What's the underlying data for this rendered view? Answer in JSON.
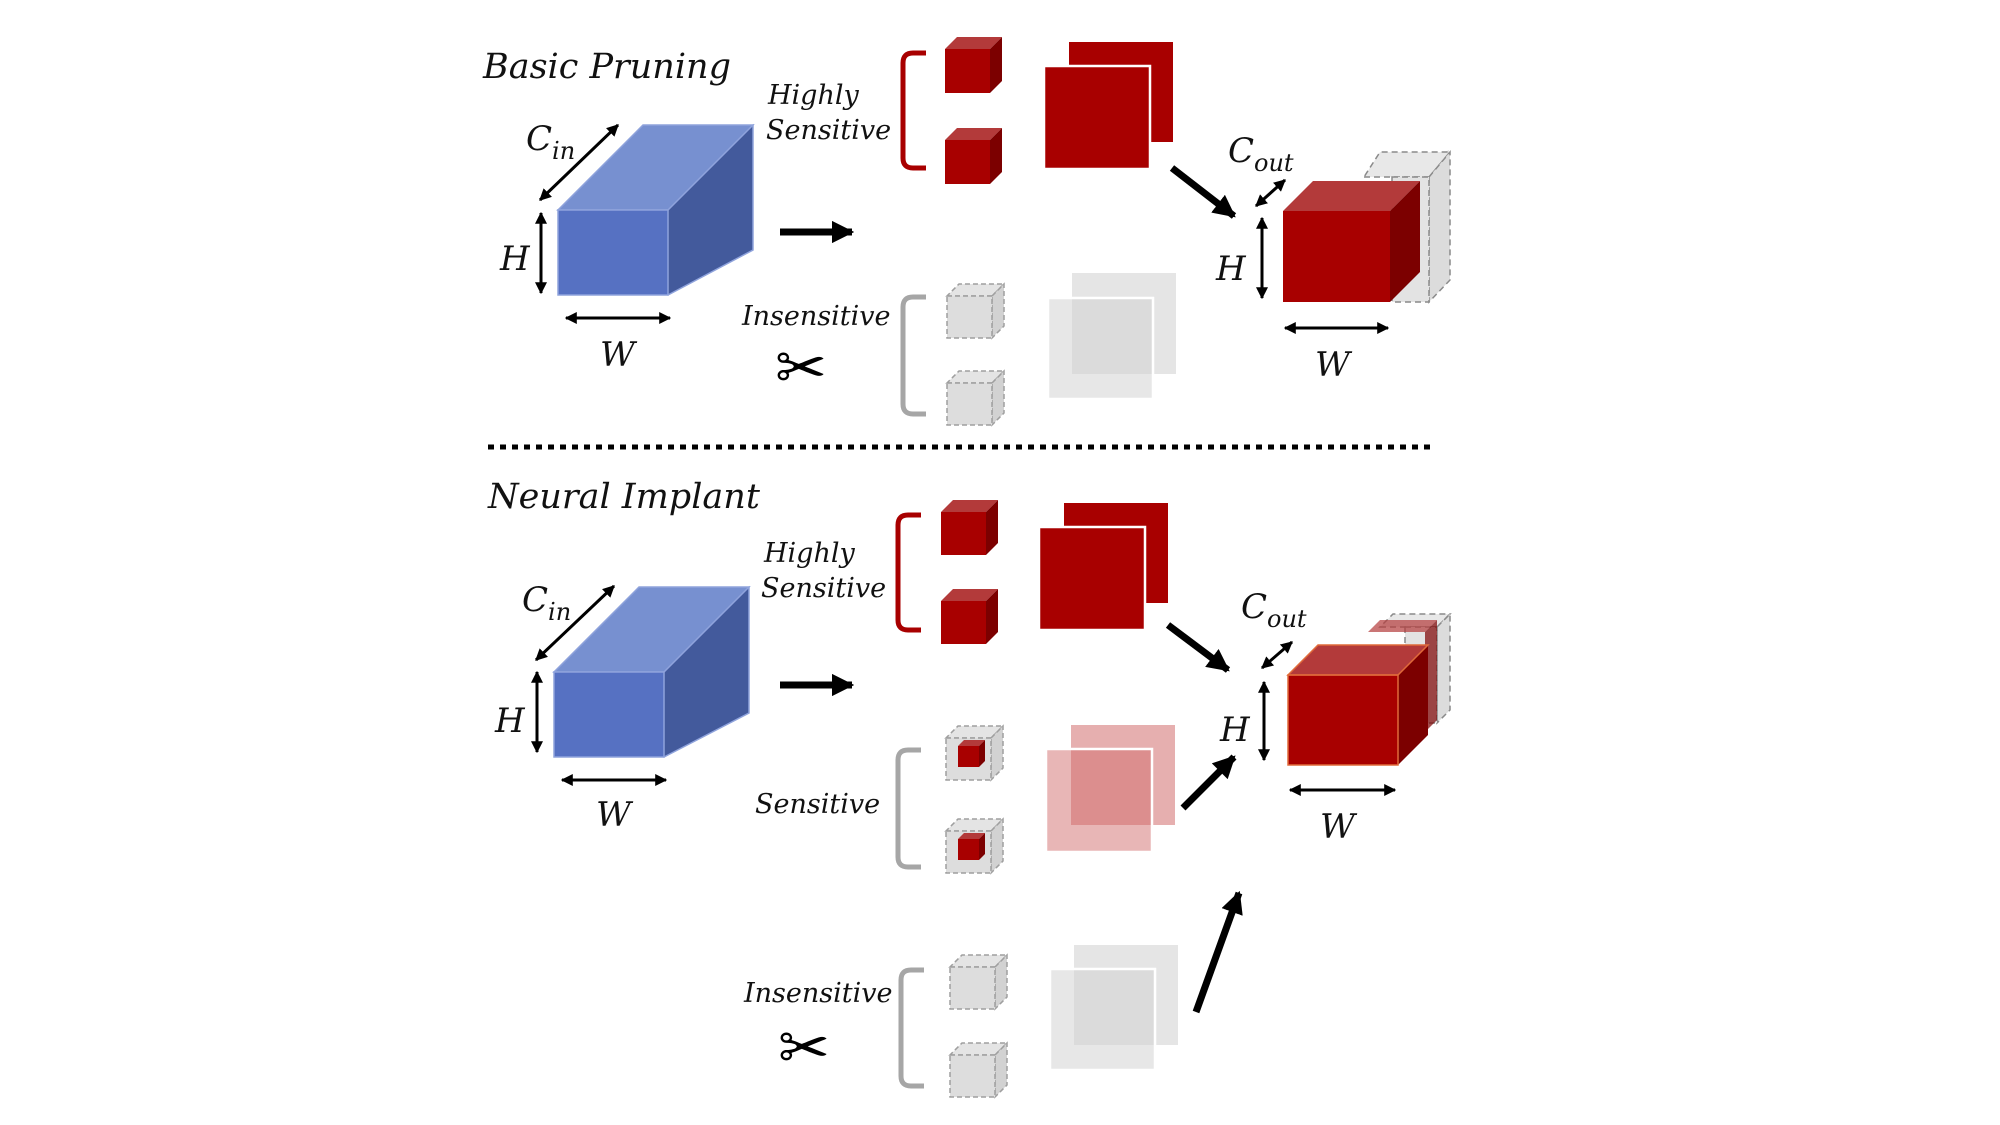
{
  "colors": {
    "blue_front": "#5671c2",
    "blue_top": "#7790d0",
    "blue_side": "#435a9c",
    "red_front": "#a80000",
    "red_top": "#b33a3a",
    "red_side": "#7c0000",
    "gray_fill": "#dddddd",
    "gray_stroke": "#9f9f9f",
    "pink": "#d26e6e"
  },
  "sections": [
    {
      "title": "Basic Pruning",
      "input_labels": {
        "channels": "C",
        "channels_sub": "in",
        "height": "H",
        "width": "W"
      },
      "groups": [
        {
          "label_line1": "Highly",
          "label_line2": "Sensitive"
        },
        {
          "label_line1": "Insensitive",
          "label_line2": ""
        }
      ],
      "output_labels": {
        "channels": "C",
        "channels_sub": "out",
        "height": "H",
        "width": "W"
      },
      "icons": [
        "scissors-icon"
      ]
    },
    {
      "title": "Neural Implant",
      "input_labels": {
        "channels": "C",
        "channels_sub": "in",
        "height": "H",
        "width": "W"
      },
      "groups": [
        {
          "label_line1": "Highly",
          "label_line2": "Sensitive"
        },
        {
          "label_line1": "Sensitive",
          "label_line2": ""
        },
        {
          "label_line1": "Insensitive",
          "label_line2": ""
        }
      ],
      "output_labels": {
        "channels": "C",
        "channels_sub": "out",
        "height": "H",
        "width": "W"
      },
      "icons": [
        "scissors-icon"
      ]
    }
  ]
}
